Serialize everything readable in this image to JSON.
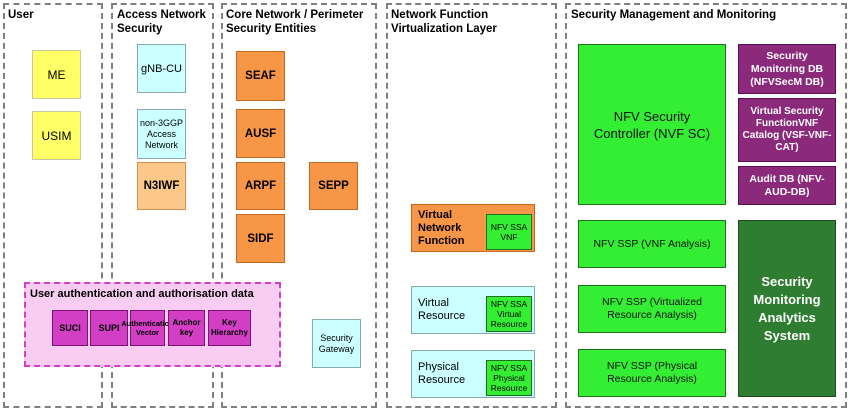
{
  "columns": {
    "user": "User",
    "access": "Access Network Security",
    "core": "Core Network / Perimeter Security Entities",
    "nfv": "Network Function Virtualization Layer",
    "security": "Security Management and Monitoring"
  },
  "user": {
    "me": "ME",
    "usim": "USIM"
  },
  "access": {
    "gnb": "gNB-CU",
    "non3gpp": "non-3GGP Access Network",
    "n3iwf": "N3IWF"
  },
  "core": {
    "seaf": "SEAF",
    "ausf": "AUSF",
    "arpf": "ARPF",
    "sidf": "SIDF",
    "sepp": "SEPP",
    "security_gateway": "Security Gateway"
  },
  "auth_data": {
    "title": "User authentication and authorisation data",
    "items": [
      "SUCI",
      "SUPI",
      "Authentication Vector",
      "Anchor key",
      "Key Hierarchy"
    ]
  },
  "nfv": {
    "vnf": {
      "label": "Virtual Network Function",
      "ssa": "NFV SSA VNF"
    },
    "virtual_resource": {
      "label": "Virtual Resource",
      "ssa": "NFV SSA Virtual Resource"
    },
    "physical_resource": {
      "label": "Physical Resource",
      "ssa": "NFV SSA Physical Resource"
    }
  },
  "security": {
    "controller": "NFV Security Controller (NVF SC)",
    "monitoring_db": "Security Monitoring DB (NFVSecM DB)",
    "vnf_catalog": "Virtual Security FunctionVNF Catalog (VSF-VNF-CAT)",
    "audit_db": "Audit DB (NFV-AUD-DB)",
    "ssp_vnf": "NFV SSP (VNF Analysis)",
    "ssp_virtualized": "NFV SSP (Virtualized Resource Analysis)",
    "ssp_physical": "NFV SSP (Physical Resource Analysis)",
    "analytics": "Security Monitoring Analytics System"
  },
  "colors": {
    "yellow": "#ffff66",
    "cyan": "#ccffff",
    "orange": "#f79646",
    "peach": "#fbc88a",
    "green": "#33ee33",
    "purple": "#8b2a7a",
    "dark_green": "#2e7d32",
    "magenta": "#d23fc4",
    "pink": "#f9cdf2"
  }
}
